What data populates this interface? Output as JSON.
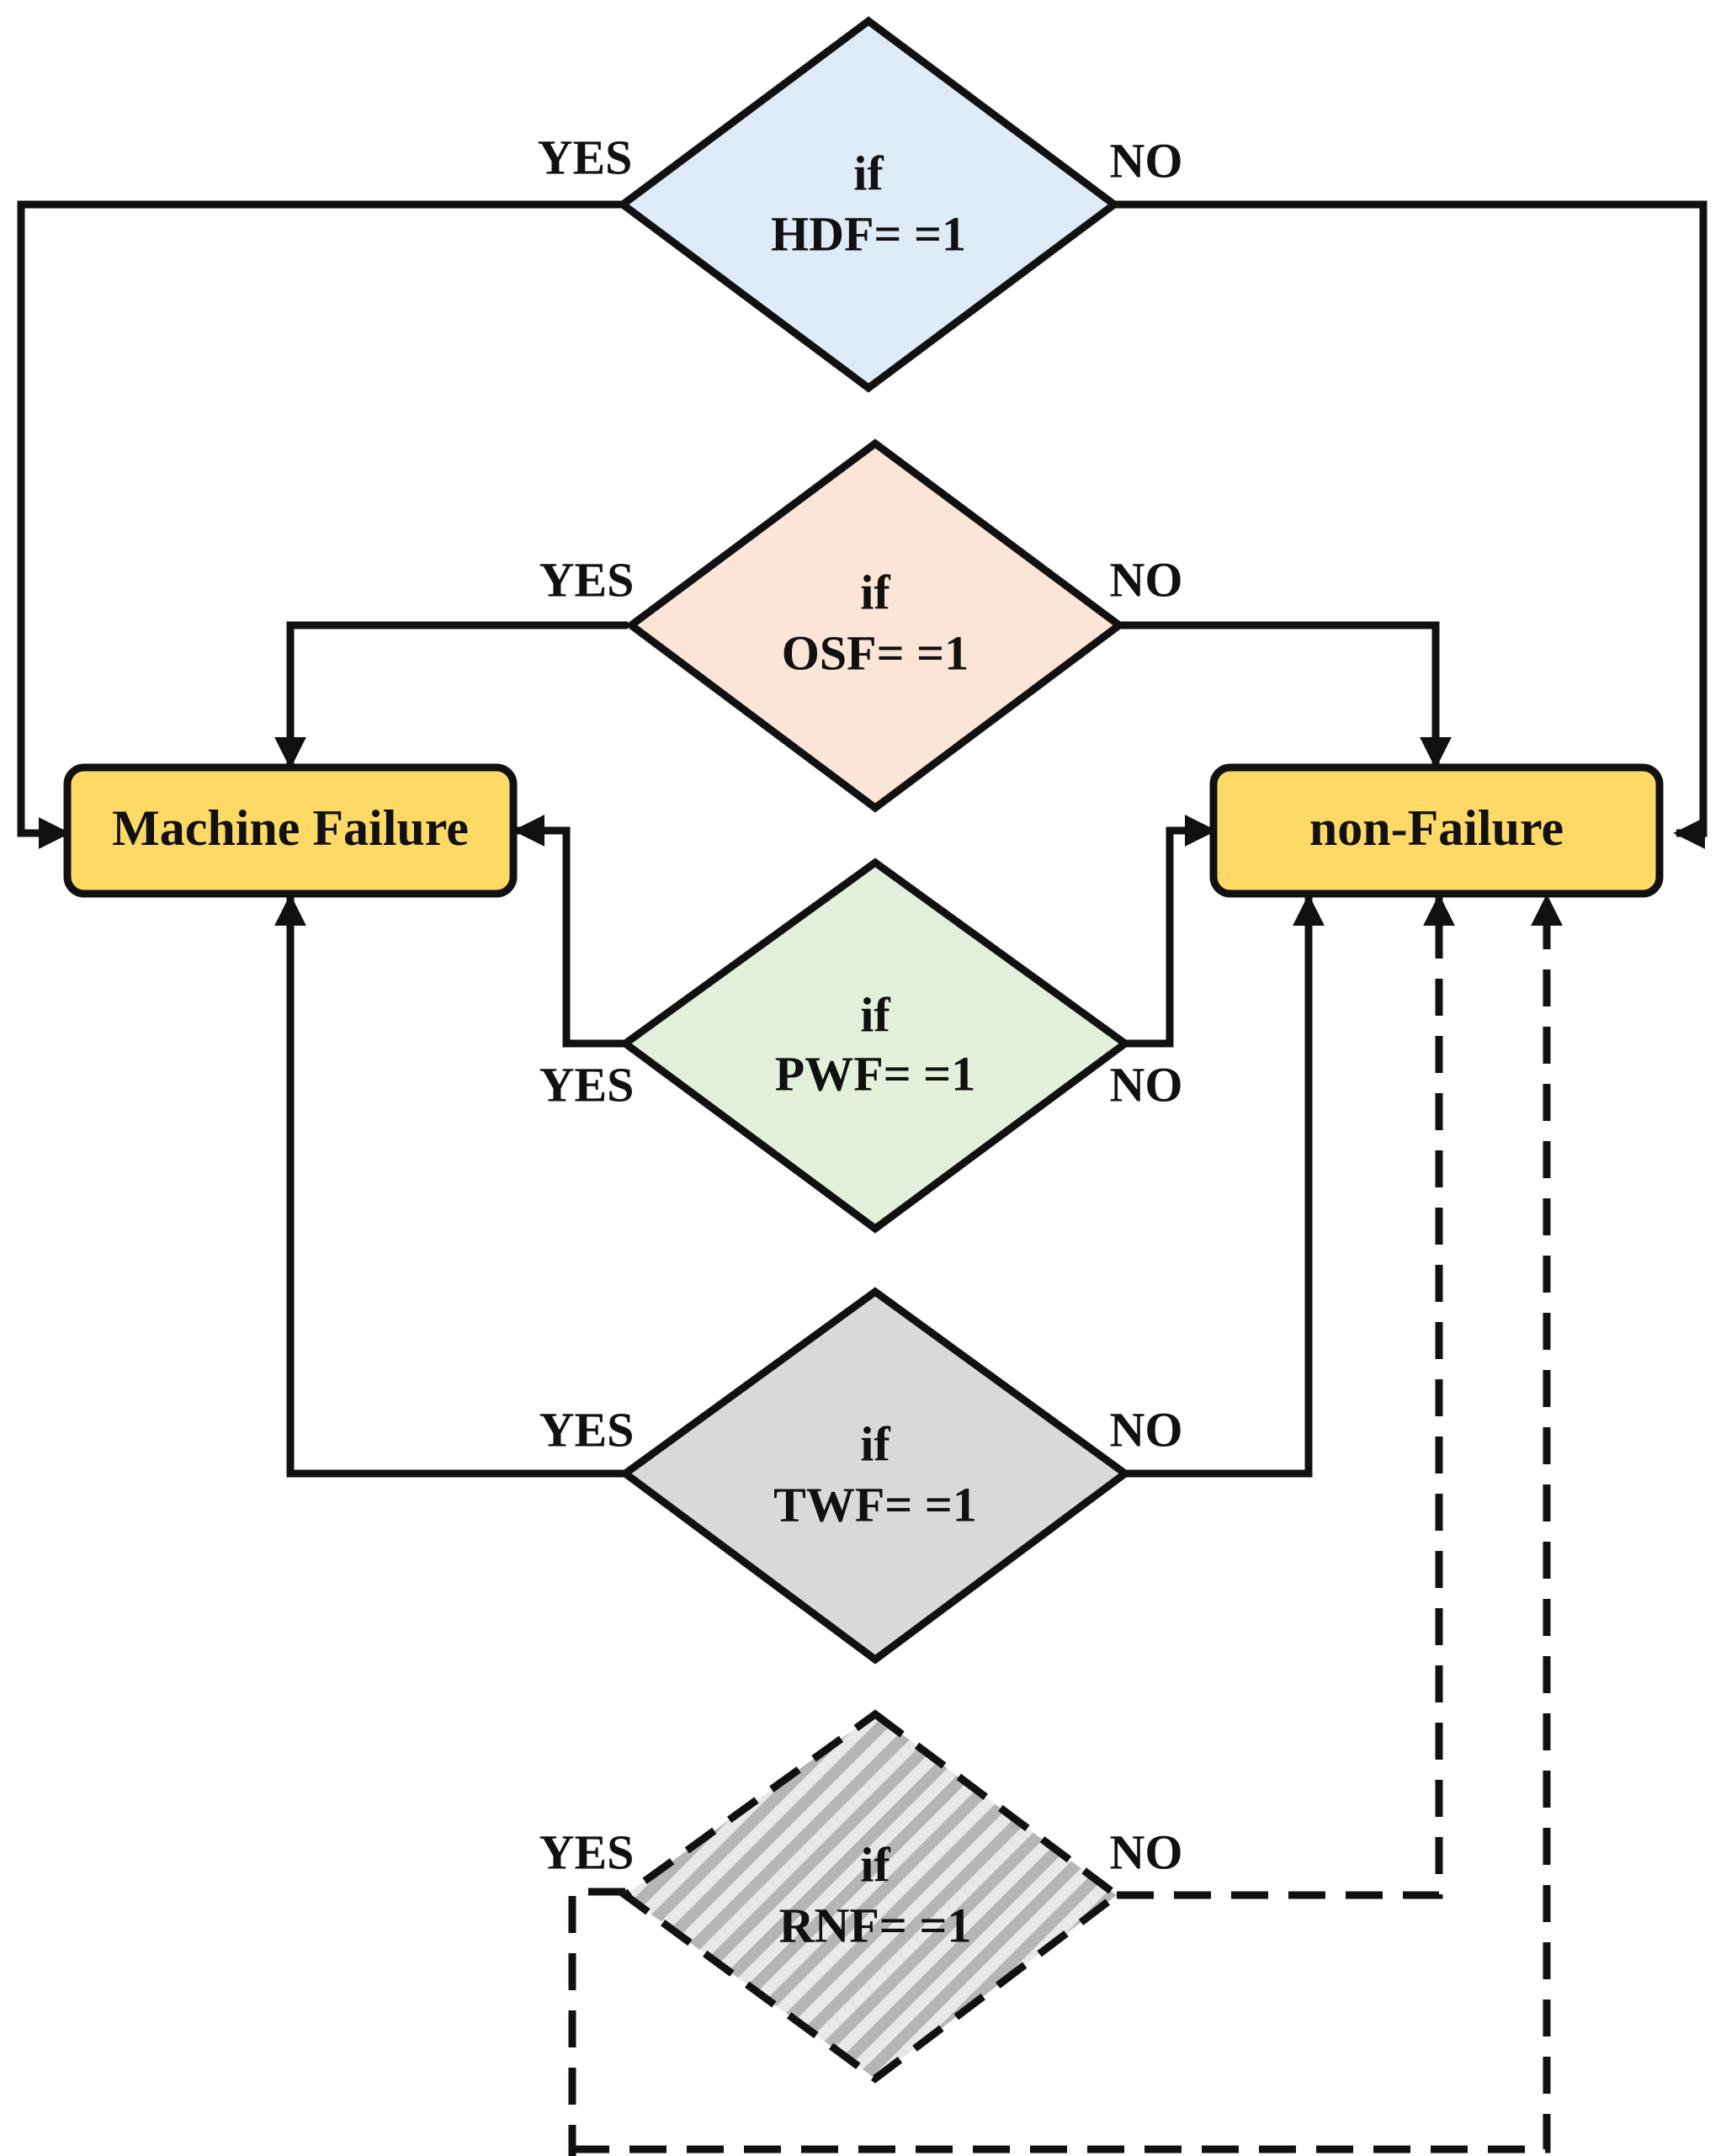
{
  "colors": {
    "hdf_fill": "#DEEAF6",
    "osf_fill": "#FBE5D6",
    "pwf_fill": "#E2EFDA",
    "twf_fill": "#D9D9D9",
    "box_fill": "#FFD966",
    "stroke": "#111111",
    "hatch_light": "#E8E8E8",
    "hatch_dark": "#B5B5B5"
  },
  "outcomes": {
    "failure": "Machine Failure",
    "non_failure": "non-Failure"
  },
  "decisions": [
    {
      "id": "hdf",
      "if_text": "if",
      "condition": "HDF= =1",
      "yes": "YES",
      "no": "NO"
    },
    {
      "id": "osf",
      "if_text": "if",
      "condition": "OSF= =1",
      "yes": "YES",
      "no": "NO"
    },
    {
      "id": "pwf",
      "if_text": "if",
      "condition": "PWF= =1",
      "yes": "YES",
      "no": "NO"
    },
    {
      "id": "twf",
      "if_text": "if",
      "condition": "TWF= =1",
      "yes": "YES",
      "no": "NO"
    },
    {
      "id": "rnf",
      "if_text": "if",
      "condition": "RNF= =1",
      "yes": "YES",
      "no": "NO"
    }
  ]
}
